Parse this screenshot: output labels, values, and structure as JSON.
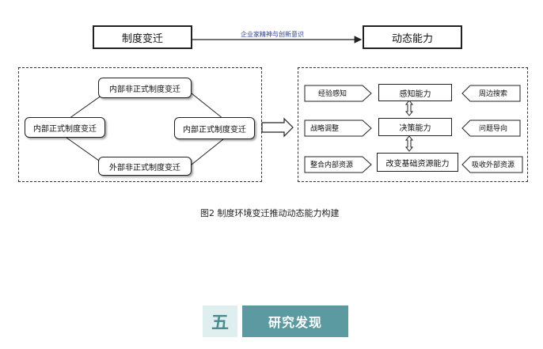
{
  "diagram": {
    "top": {
      "left_box": "制度变迁",
      "right_box": "动态能力",
      "arrow_label": "企业家精神与创新意识"
    },
    "left_panel": {
      "top": "内部非正式制度变迁",
      "left": "内部正式制度变迁",
      "right": "内部正式制度变迁",
      "bottom": "外部非正式制度变迁"
    },
    "right_panel": {
      "row1": {
        "left": "经验感知",
        "center": "感知能力",
        "right": "周边搜索"
      },
      "row2": {
        "left": "战略调整",
        "center": "决策能力",
        "right": "问题导向"
      },
      "row3": {
        "left": "整合内部资源",
        "center": "改变基础资源能力",
        "right": "吸收外部资源"
      }
    },
    "caption": "图2   制度环境变迁推动动态能力构建"
  },
  "section": {
    "number": "五",
    "title": "研究发现"
  }
}
